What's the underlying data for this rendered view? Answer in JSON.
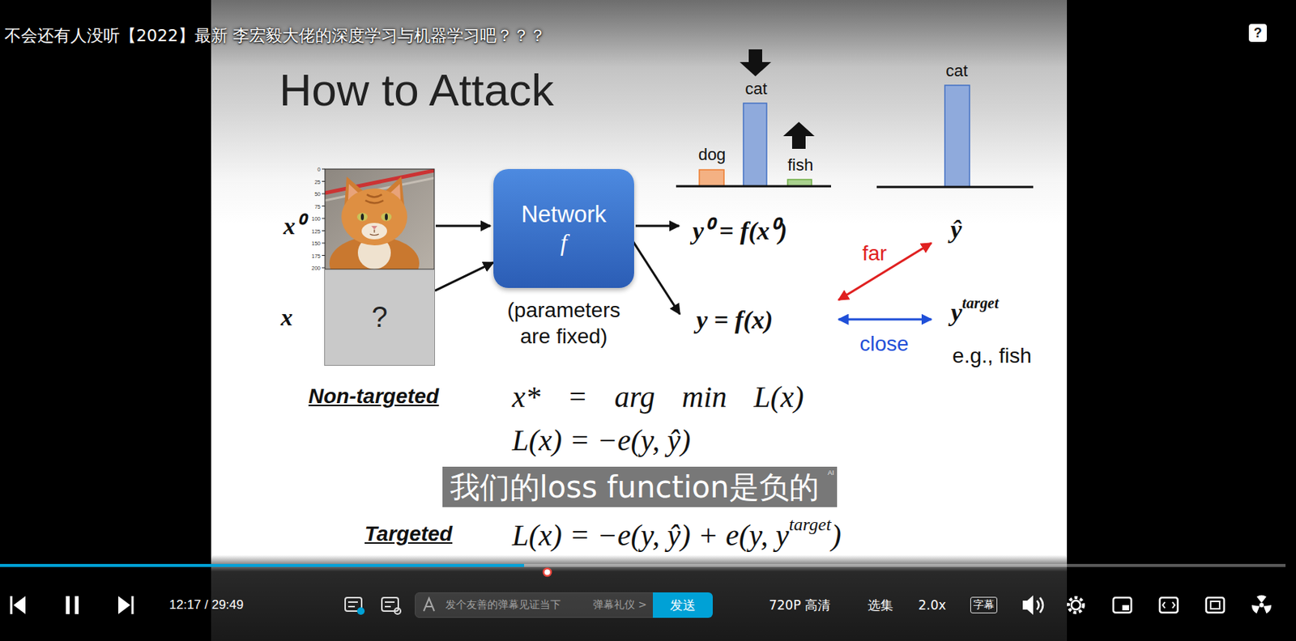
{
  "diagram": {
    "title": "How to Attack",
    "nodes": [
      {
        "text": [
          "?"
        ]
      },
      {
        "text": [
          "Network",
          "f",
          "(parameters are fixed)"
        ]
      },
      {
        "text": [
          "我们的loss function是负的",
          "AI"
        ]
      },
      {
        "text": [
          "发个友善的弹幕见证当下",
          "弹幕礼仪 >"
        ]
      },
      {
        "text": [
          "发送"
        ]
      }
    ],
    "edges": [
      {
        "from": 0,
        "to": 1,
        "arrow": "to"
      }
    ],
    "labels": [
      "不会还有人没听【2022】最新 李宏毅大佬的深度学习与机器学习吧？？？",
      "?",
      "0",
      "25",
      "50",
      "75",
      "100",
      "125",
      "150",
      "175",
      "200",
      "x⁰",
      "x",
      "dog",
      "cat",
      "fish",
      "y⁰ = f(x⁰)",
      "y = f(x)",
      "cat",
      "ŷ",
      "far",
      "close",
      "y",
      "target",
      "e.g., fish",
      "Non-targeted",
      "x* = arg min L(x)",
      "L(x) = −e(y, ŷ)",
      "Targeted",
      "L(x) = −e(y, ŷ) + e(y, y",
      "target",
      ")",
      "12:17 / 29:49",
      "720P 高清",
      "选集",
      "2.0x",
      "字幕"
    ]
  }
}
